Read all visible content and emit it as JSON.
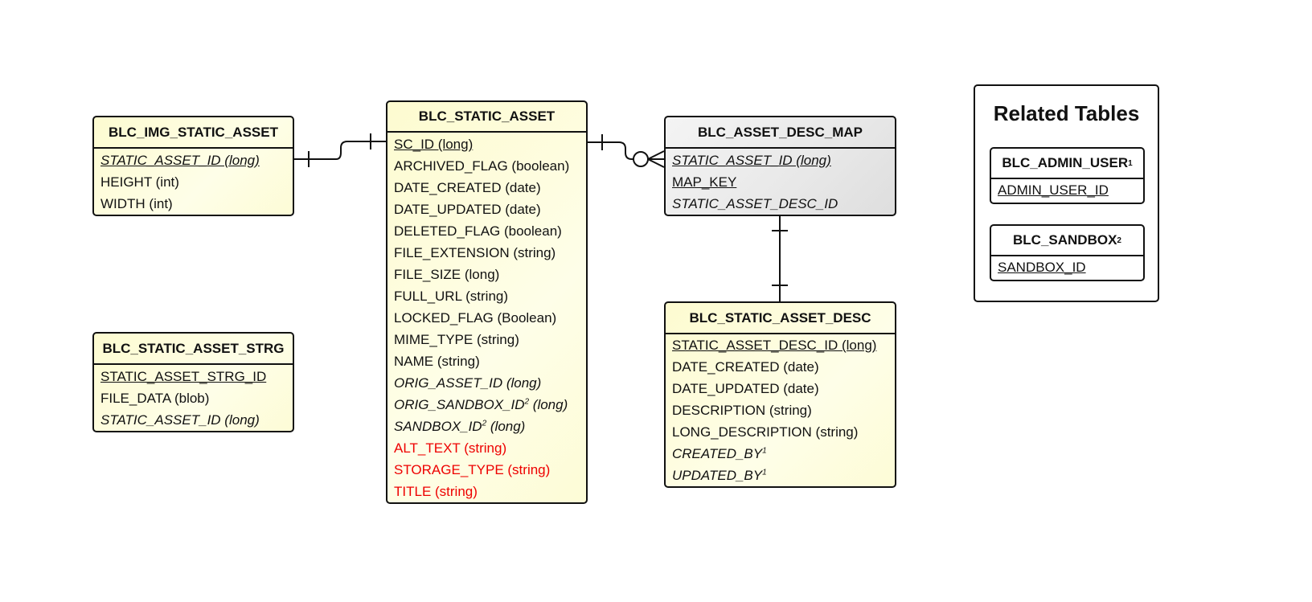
{
  "entities": {
    "img_static_asset": {
      "name": "BLC_IMG_STATIC_ASSET",
      "fields": [
        {
          "text": "STATIC_ASSET_ID (long)",
          "pk": true,
          "fk": true,
          "new": false
        },
        {
          "text": "HEIGHT (int)",
          "pk": false,
          "fk": false,
          "new": false
        },
        {
          "text": "WIDTH (int)",
          "pk": false,
          "fk": false,
          "new": false
        }
      ]
    },
    "static_asset": {
      "name": "BLC_STATIC_ASSET",
      "fields": [
        {
          "text": "SC_ID (long)",
          "pk": true,
          "fk": false,
          "new": false
        },
        {
          "text": "ARCHIVED_FLAG (boolean)",
          "pk": false,
          "fk": false,
          "new": false
        },
        {
          "text": "DATE_CREATED (date)",
          "pk": false,
          "fk": false,
          "new": false
        },
        {
          "text": "DATE_UPDATED (date)",
          "pk": false,
          "fk": false,
          "new": false
        },
        {
          "text": "DELETED_FLAG (boolean)",
          "pk": false,
          "fk": false,
          "new": false
        },
        {
          "text": "FILE_EXTENSION (string)",
          "pk": false,
          "fk": false,
          "new": false
        },
        {
          "text": "FILE_SIZE (long)",
          "pk": false,
          "fk": false,
          "new": false
        },
        {
          "text": "FULL_URL (string)",
          "pk": false,
          "fk": false,
          "new": false
        },
        {
          "text": "LOCKED_FLAG (Boolean)",
          "pk": false,
          "fk": false,
          "new": false
        },
        {
          "text": "MIME_TYPE (string)",
          "pk": false,
          "fk": false,
          "new": false
        },
        {
          "text": "NAME (string)",
          "pk": false,
          "fk": false,
          "new": false
        },
        {
          "text": "ORIG_ASSET_ID (long)",
          "pk": false,
          "fk": true,
          "new": false
        },
        {
          "text": "ORIG_SANDBOX_ID",
          "sup": "2",
          "suffix": " (long)",
          "pk": false,
          "fk": true,
          "new": false
        },
        {
          "text": "SANDBOX_ID",
          "sup": "2",
          "suffix": " (long)",
          "pk": false,
          "fk": true,
          "new": false
        },
        {
          "text": "ALT_TEXT (string)",
          "pk": false,
          "fk": false,
          "new": true
        },
        {
          "text": "STORAGE_TYPE (string)",
          "pk": false,
          "fk": false,
          "new": true
        },
        {
          "text": "TITLE (string)",
          "pk": false,
          "fk": false,
          "new": true
        }
      ]
    },
    "asset_desc_map": {
      "name": "BLC_ASSET_DESC_MAP",
      "fields": [
        {
          "text": "STATIC_ASSET_ID (long)",
          "pk": true,
          "fk": true,
          "new": false
        },
        {
          "text": "MAP_KEY",
          "pk": true,
          "fk": false,
          "new": false
        },
        {
          "text": "STATIC_ASSET_DESC_ID",
          "pk": false,
          "fk": true,
          "new": false
        }
      ]
    },
    "static_asset_desc": {
      "name": "BLC_STATIC_ASSET_DESC",
      "fields": [
        {
          "text": "STATIC_ASSET_DESC_ID (long)",
          "pk": true,
          "fk": false,
          "new": false
        },
        {
          "text": "DATE_CREATED (date)",
          "pk": false,
          "fk": false,
          "new": false
        },
        {
          "text": "DATE_UPDATED (date)",
          "pk": false,
          "fk": false,
          "new": false
        },
        {
          "text": "DESCRIPTION (string)",
          "pk": false,
          "fk": false,
          "new": false
        },
        {
          "text": "LONG_DESCRIPTION (string)",
          "pk": false,
          "fk": false,
          "new": false
        },
        {
          "text": "CREATED_BY",
          "sup": "1",
          "suffix": "",
          "pk": false,
          "fk": true,
          "new": false
        },
        {
          "text": "UPDATED_BY",
          "sup": "1",
          "suffix": "",
          "pk": false,
          "fk": true,
          "new": false
        }
      ]
    },
    "static_asset_strg": {
      "name": "BLC_STATIC_ASSET_STRG",
      "fields": [
        {
          "text": "STATIC_ASSET_STRG_ID",
          "pk": true,
          "fk": false,
          "new": false
        },
        {
          "text": "FILE_DATA (blob)",
          "pk": false,
          "fk": false,
          "new": false
        },
        {
          "text": "STATIC_ASSET_ID (long)",
          "pk": false,
          "fk": true,
          "new": false
        }
      ]
    }
  },
  "related": {
    "title": "Related Tables",
    "tables": [
      {
        "name": "BLC_ADMIN_USER",
        "sup": "1",
        "field": "ADMIN_USER_ID"
      },
      {
        "name": "BLC_SANDBOX",
        "sup": "2",
        "field": "SANDBOX_ID"
      }
    ]
  },
  "relationships": [
    {
      "from": "BLC_IMG_STATIC_ASSET",
      "to": "BLC_STATIC_ASSET",
      "from_card": "one",
      "to_card": "one"
    },
    {
      "from": "BLC_STATIC_ASSET",
      "to": "BLC_ASSET_DESC_MAP",
      "from_card": "one",
      "to_card": "zero-or-many"
    },
    {
      "from": "BLC_ASSET_DESC_MAP",
      "to": "BLC_STATIC_ASSET_DESC",
      "from_card": "one",
      "to_card": "one"
    }
  ],
  "colors": {
    "new_field": "#ee0000",
    "entity_fill": "#fdfbd0",
    "map_fill": "#e8e8e8",
    "line": "#111111"
  }
}
